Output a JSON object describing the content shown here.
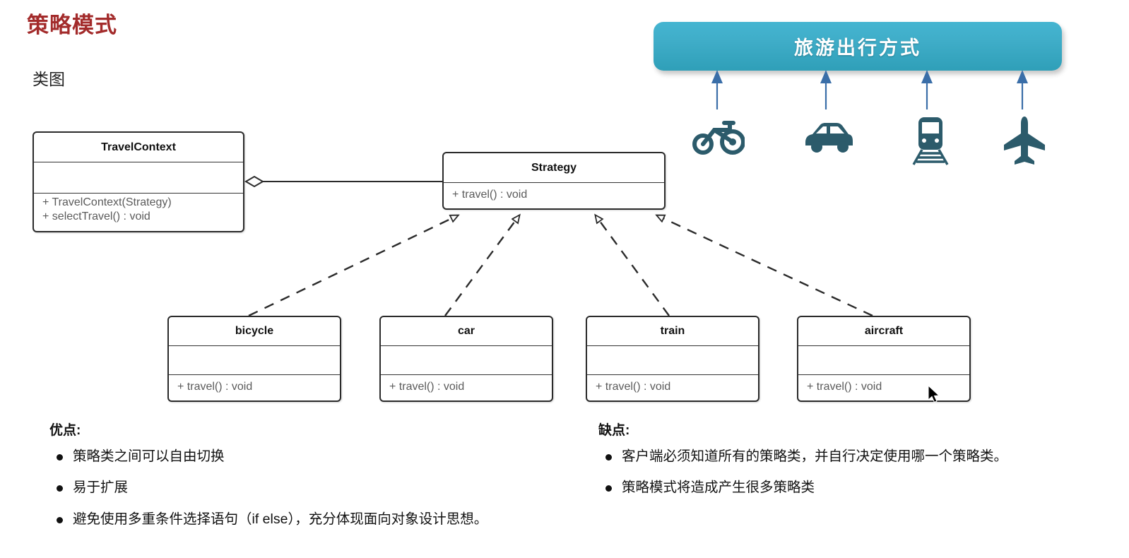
{
  "page": {
    "title": "策略模式",
    "subtitle": "类图",
    "title_color": "#A32B2B"
  },
  "banner": {
    "label": "旅游出行方式",
    "color": "#3fadc8",
    "arrow_color": "#3a6ea8",
    "icons": [
      {
        "name": "bicycle-icon",
        "label": "bicycle"
      },
      {
        "name": "car-icon",
        "label": "car"
      },
      {
        "name": "train-icon",
        "label": "train"
      },
      {
        "name": "airplane-icon",
        "label": "airplane"
      }
    ],
    "icon_color": "#2c5b6b"
  },
  "class_diagram": {
    "context": {
      "name": "TravelContext",
      "attributes": "",
      "methods": "+ TravelContext(Strategy)\n+ selectTravel() : void"
    },
    "strategy": {
      "name": "Strategy",
      "methods": "+ travel() : void"
    },
    "subclasses": [
      {
        "name": "bicycle",
        "attributes": "",
        "methods": "+ travel() : void"
      },
      {
        "name": "car",
        "attributes": "",
        "methods": "+ travel() : void"
      },
      {
        "name": "train",
        "attributes": "",
        "methods": "+ travel() : void"
      },
      {
        "name": "aircraft",
        "attributes": "",
        "methods": "+ travel() : void"
      }
    ],
    "relations": {
      "aggregation": "TravelContext o-- Strategy",
      "realization": "subclasses ..|> Strategy"
    }
  },
  "pros": {
    "heading": "优点:",
    "items": [
      "策略类之间可以自由切换",
      "易于扩展",
      "避免使用多重条件选择语句（if else），充分体现面向对象设计思想。"
    ]
  },
  "cons": {
    "heading": "缺点:",
    "items": [
      "客户端必须知道所有的策略类，并自行决定使用哪一个策略类。",
      "策略模式将造成产生很多策略类"
    ]
  }
}
